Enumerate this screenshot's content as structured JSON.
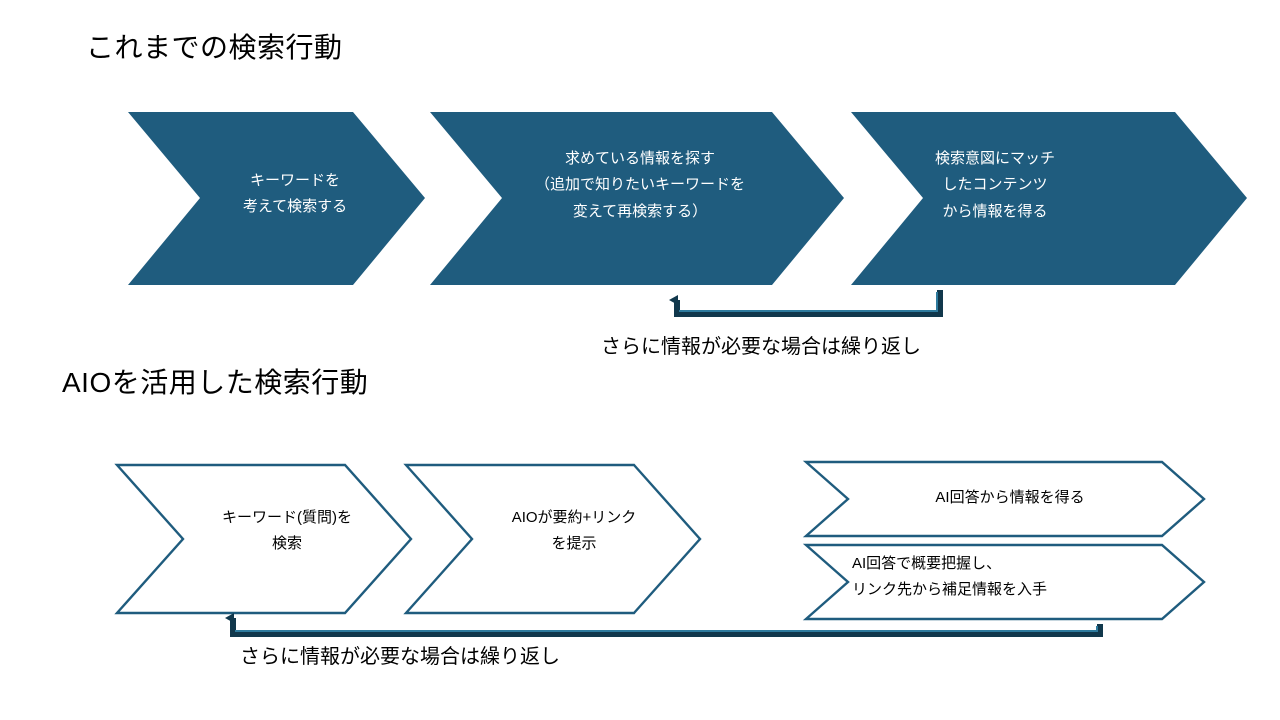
{
  "slide": {
    "background_color": "#ffffff",
    "accent_color": "#1F5C7E",
    "arrow_color": "#1F4E63",
    "solid_text_color": "#ffffff",
    "text_color": "#000000"
  },
  "sections": [
    {
      "id": "traditional-search",
      "title": "これまでの検索行動",
      "style": "solid",
      "steps": [
        {
          "id": "step-keyword",
          "text": "キーワードを\n考えて検索する"
        },
        {
          "id": "step-find-info",
          "text": "求めている情報を探す\n（追加で知りたいキーワードを\n変えて再検索する）"
        },
        {
          "id": "step-get-info",
          "text": "検索意図にマッチ\nしたコンテンツ\nから情報を得る"
        }
      ],
      "loop_caption": "さらに情報が必要な場合は繰り返し"
    },
    {
      "id": "aio-search",
      "title": "AIOを活用した検索行動",
      "style": "outline",
      "steps": [
        {
          "id": "step-keyword-question",
          "text": "キーワード(質問)を\n検索"
        },
        {
          "id": "step-aio-summary",
          "text": "AIOが要約+リンク\nを提示"
        },
        {
          "id": "step-ai-answer",
          "text": "AI回答から情報を得る"
        },
        {
          "id": "step-ai-answer-links",
          "text": "AI回答で概要把握し、\nリンク先から補足情報を入手"
        }
      ],
      "loop_caption": "さらに情報が必要な場合は繰り返し"
    }
  ],
  "icons": {
    "loop_arrow_top": "loop-back-arrow-icon",
    "loop_arrow_bottom": "loop-back-arrow-icon"
  }
}
